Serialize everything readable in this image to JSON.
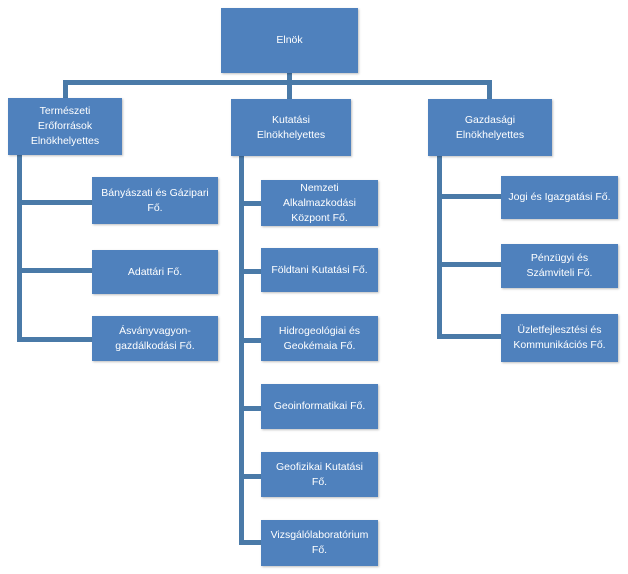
{
  "chart": {
    "root": "Elnök",
    "branches": [
      {
        "label": "Természeti Erőforrások Elnökhelyettes",
        "children": [
          "Bányászati és Gázipari Fő.",
          "Adattári Fő.",
          "Ásványvagyon-gazdálkodási Fő."
        ]
      },
      {
        "label": "Kutatási Elnökhelyettes",
        "children": [
          "Nemzeti Alkalmazkodási Központ Fő.",
          "Földtani Kutatási Fő.",
          "Hidrogeológiai és Geokémaia Fő.",
          "Geoinformatikai Fő.",
          "Geofizikai Kutatási Fő.",
          "Vizsgálólaboratórium Fő."
        ]
      },
      {
        "label": "Gazdasági Elnökhelyettes",
        "children": [
          "Jogi és Igazgatási Fő.",
          "Pénzügyi és Számviteli Fő.",
          "Üzletfejlesztési és Kommunikációs Fő."
        ]
      }
    ]
  },
  "colors": {
    "box": "#4f81bd",
    "line": "#4a7aa8",
    "text": "#ffffff"
  }
}
